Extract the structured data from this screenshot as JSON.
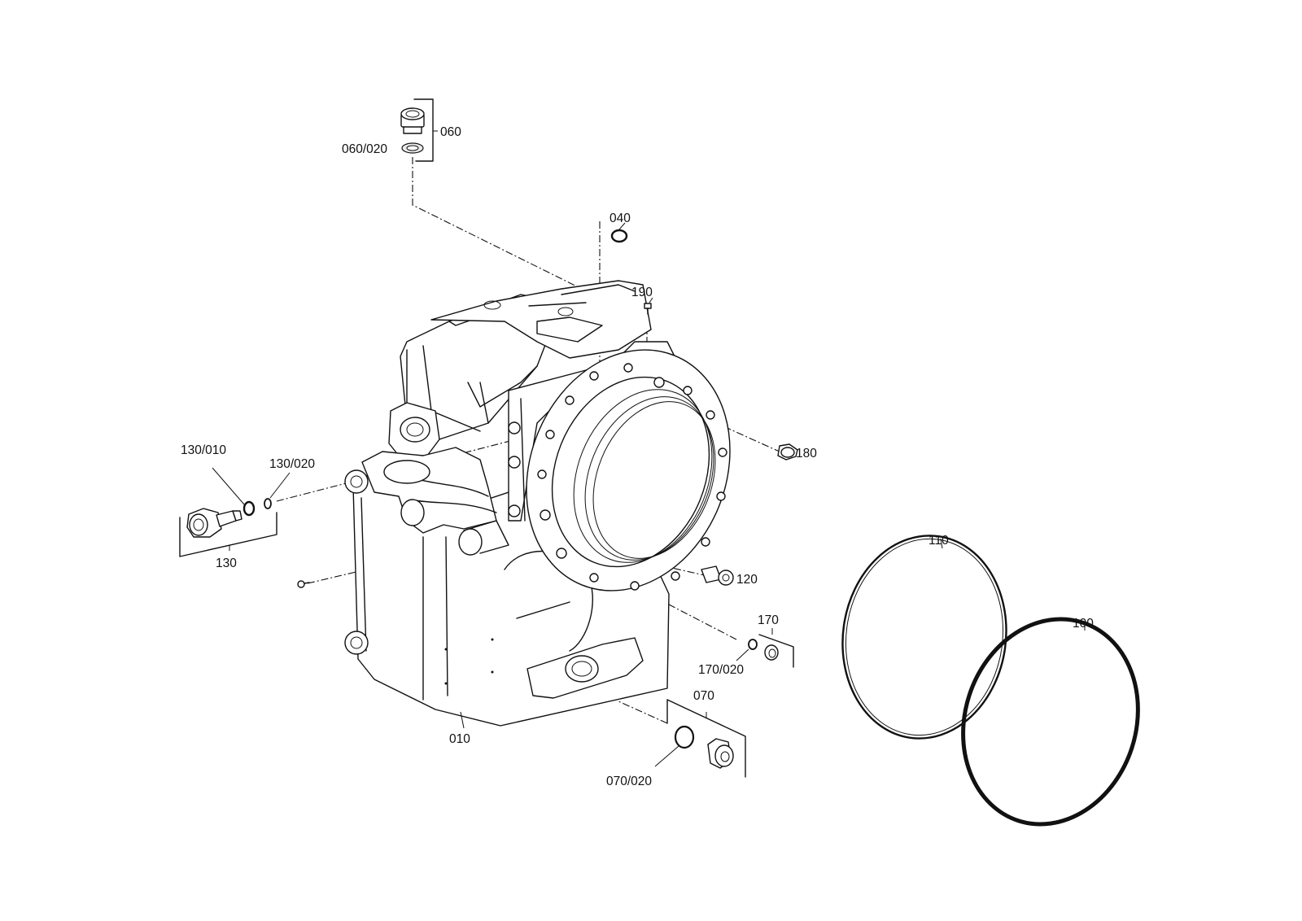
{
  "labels": {
    "p060": "060",
    "p060_020": "060/020",
    "p040": "040",
    "p190": "190",
    "p180": "180",
    "p130_010": "130/010",
    "p130_020": "130/020",
    "p130": "130",
    "p120": "120",
    "p170": "170",
    "p170_020": "170/020",
    "p070": "070",
    "p070_020": "070/020",
    "p010": "010",
    "p110": "110",
    "p100": "100"
  },
  "icons": {
    "plug_060": "screw-plug-icon",
    "ring_060_020": "seal-ring-icon",
    "ring_040": "o-ring-icon",
    "screw_190": "small-screw-icon",
    "breather_180": "breather-valve-icon",
    "valve_130": "valve-icon",
    "screw_120": "cap-screw-icon",
    "plug_170": "screw-plug-icon",
    "plug_070": "screw-plug-icon",
    "housing_010": "gearbox-housing-icon",
    "oring_110": "o-ring-icon",
    "oring_100": "o-ring-icon"
  },
  "colors": {
    "line": "#111111",
    "background": "#ffffff"
  }
}
